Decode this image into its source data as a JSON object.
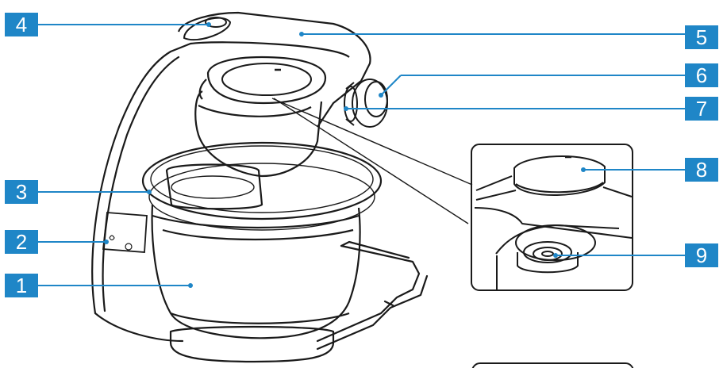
{
  "colors": {
    "callout_fill": "#1f86c7",
    "callout_text": "#ffffff",
    "leader_line": "#1f86c7",
    "outline": "#1a1a1a"
  },
  "callouts": [
    {
      "id": "1",
      "label": "1",
      "part": "bowl"
    },
    {
      "id": "2",
      "label": "2",
      "part": "control-panel"
    },
    {
      "id": "3",
      "label": "3",
      "part": "bowl-lid"
    },
    {
      "id": "4",
      "label": "4",
      "part": "swivel-arm-button"
    },
    {
      "id": "5",
      "label": "5",
      "part": "swivel-arm"
    },
    {
      "id": "6",
      "label": "6",
      "part": "rotary-knob"
    },
    {
      "id": "7",
      "label": "7",
      "part": "drive-cover"
    },
    {
      "id": "8",
      "label": "8",
      "part": "top-drive-cover"
    },
    {
      "id": "9",
      "label": "9",
      "part": "top-drive"
    }
  ]
}
